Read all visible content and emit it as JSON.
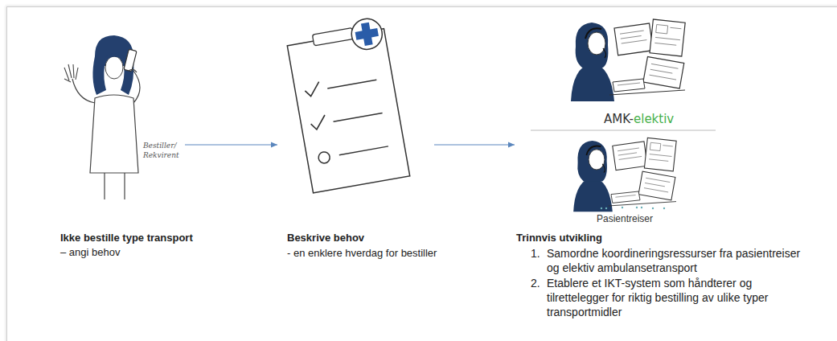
{
  "diagram": {
    "nodes": [
      {
        "text": [
          "Bestiller/ Rekvirent",
          "Ikke bestille type transport",
          "– angi behov"
        ]
      },
      {
        "text": [
          "Beskrive behov",
          "- en enklere hverdag for bestiller"
        ]
      },
      {
        "text": [
          "Trinnvis utvikling",
          "1.",
          "Samordne koordineringsressurser fra pasientreiser og elektiv ambulansetransport",
          "2.",
          "Etablere et IKT-system som håndterer og tilrettelegger for riktig bestilling av ulike typer transportmidler"
        ]
      },
      {
        "text": [
          "AMK-",
          "elektiv"
        ],
        "in": 2
      },
      {
        "text": [
          "Pasientreiser"
        ],
        "in": 2
      }
    ],
    "edges": [
      {
        "from": 0,
        "to": 1,
        "arrow": "to"
      },
      {
        "from": 1,
        "to": 2,
        "arrow": "to"
      }
    ]
  }
}
